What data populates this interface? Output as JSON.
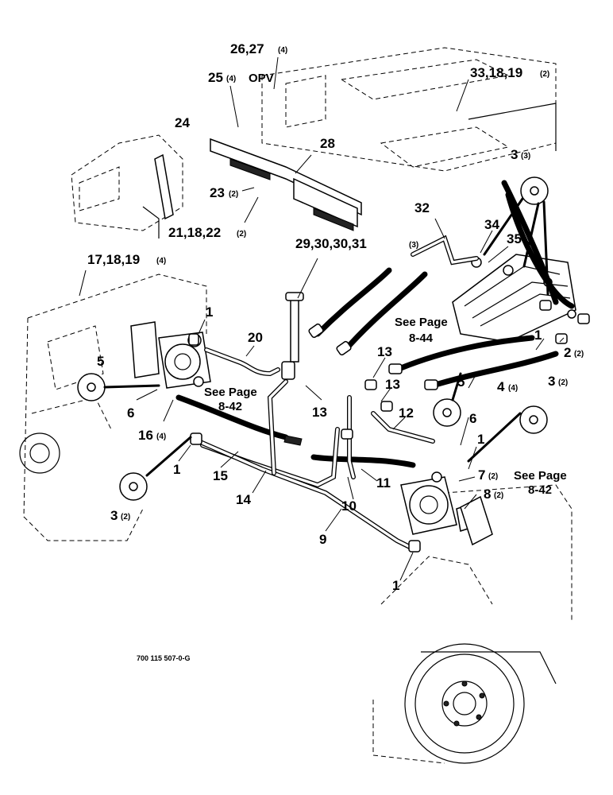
{
  "drawing_number": "700 115 507-0-G",
  "labels": {
    "l_26_27": "26,27",
    "l_26_27_q": "(4)",
    "l_25": "25",
    "l_25_q": "(4)",
    "l_25_opv": "OPV",
    "l_33": "33,18,19",
    "l_33_q": "(2)",
    "l_24": "24",
    "l_28": "28",
    "l_23": "23",
    "l_23_q": "(2)",
    "l_21": "21,18,22",
    "l_21_q": "(2)",
    "l_3_top": "3",
    "l_3_top_q": "(3)",
    "l_32": "32",
    "l_34": "34",
    "l_35": "35",
    "l_29": "29,30,30,31",
    "l_29_q": "(3)",
    "l_17": "17,18,19",
    "l_17_q": "(4)",
    "l_1_a": "1",
    "l_20": "20",
    "l_see_844_a": "See Page",
    "l_see_844_b": "8-44",
    "l_1_b": "1",
    "l_2": "2",
    "l_2_q": "(2)",
    "l_5_left": "5",
    "l_13_a": "13",
    "l_13_b": "13",
    "l_13_c": "13",
    "l_4": "4",
    "l_4_q": "(4)",
    "l_3_right": "3",
    "l_3_right_q": "(2)",
    "l_see_842_left_a": "See Page",
    "l_see_842_left_b": "8-42",
    "l_6_left": "6",
    "l_5_right": "5",
    "l_6_right": "6",
    "l_16": "16",
    "l_16_q": "(4)",
    "l_12": "12",
    "l_1_c": "1",
    "l_1_d": "1",
    "l_15": "15",
    "l_7": "7",
    "l_7_q": "(2)",
    "l_see_842_right_a": "See Page",
    "l_see_842_right_b": "8-42",
    "l_11": "11",
    "l_14": "14",
    "l_8": "8",
    "l_8_q": "(2)",
    "l_3_left": "3",
    "l_3_left_q": "(2)",
    "l_10": "10",
    "l_9": "9",
    "l_1_e": "1"
  }
}
